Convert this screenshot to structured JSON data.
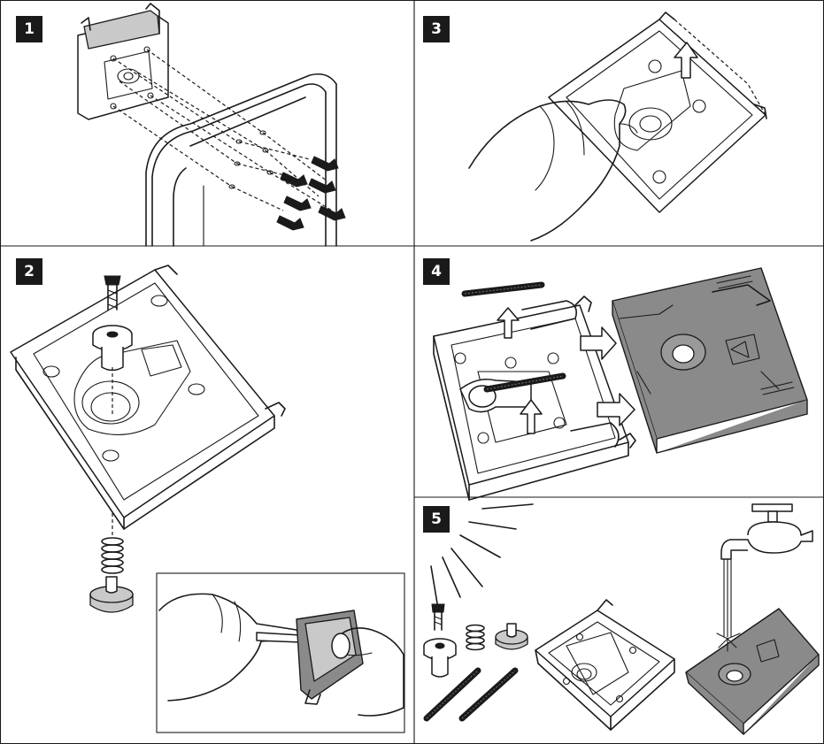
{
  "steps": [
    {
      "number": "1"
    },
    {
      "number": "2"
    },
    {
      "number": "3"
    },
    {
      "number": "4"
    },
    {
      "number": "5"
    }
  ],
  "colors": {
    "ink": "#1a1a1a",
    "part_gray": "#8a8a8a",
    "light_gray": "#c9c9c9",
    "background": "#ffffff"
  }
}
